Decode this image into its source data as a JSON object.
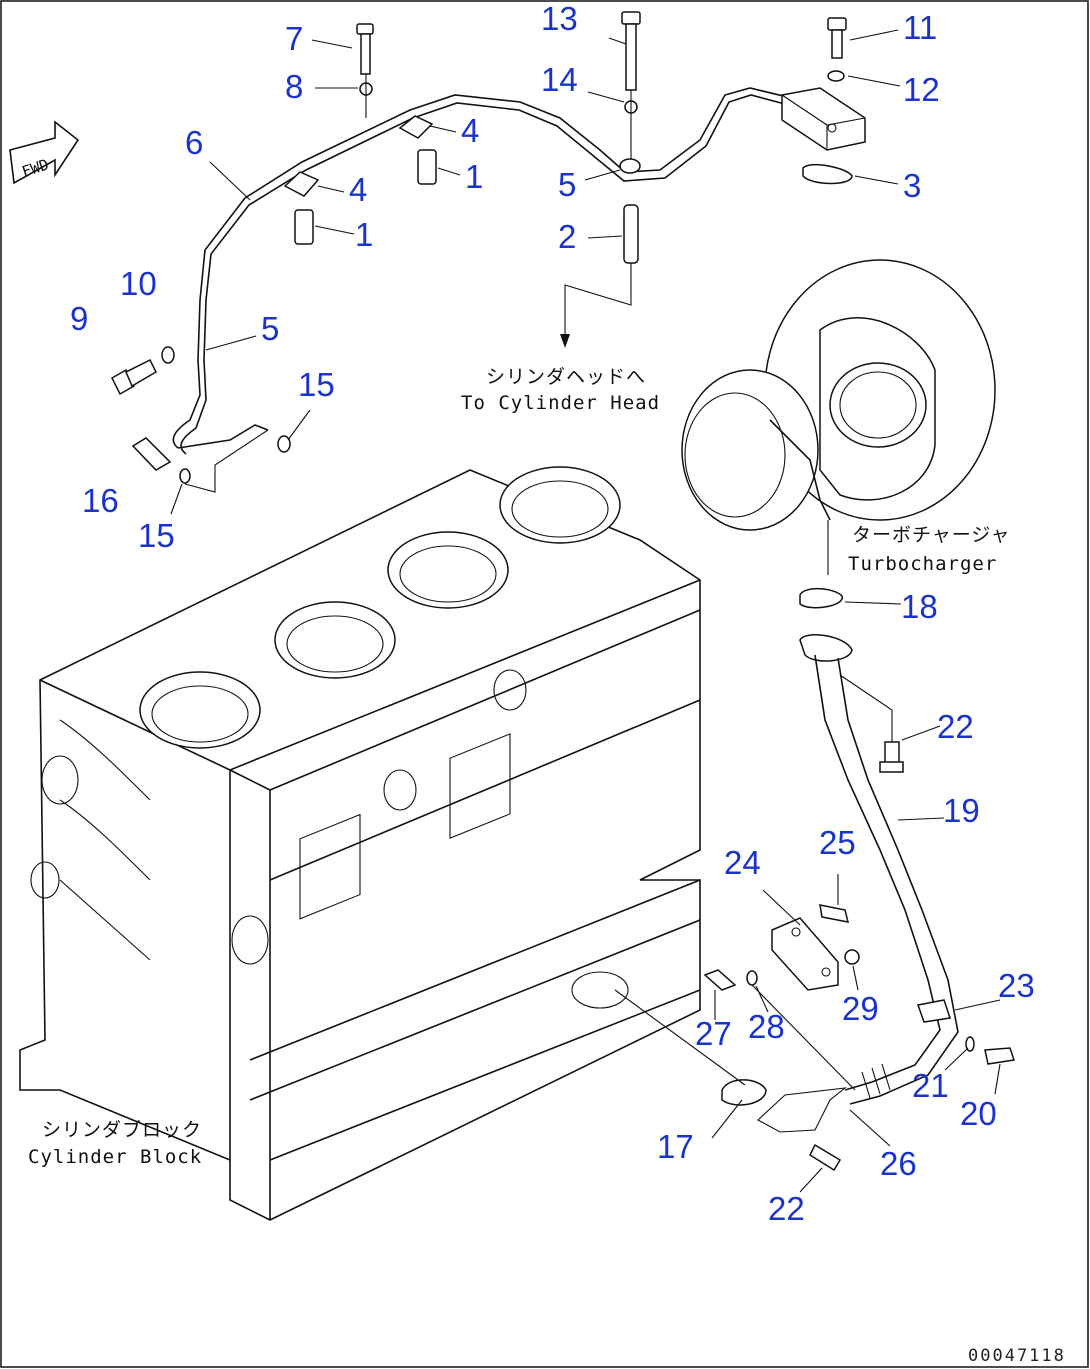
{
  "fwd_label": "FWD",
  "callouts": [
    "1",
    "1",
    "2",
    "3",
    "4",
    "4",
    "5",
    "5",
    "6",
    "7",
    "8",
    "9",
    "10",
    "11",
    "12",
    "13",
    "14",
    "15",
    "15",
    "16",
    "17",
    "18",
    "19",
    "20",
    "21",
    "22",
    "22",
    "23",
    "24",
    "25",
    "26",
    "27",
    "28",
    "29"
  ],
  "notes": {
    "cylinder_head_jp": "シリンダヘッドへ",
    "cylinder_head_en": "To Cylinder Head",
    "turbo_jp": "ターボチャージャ",
    "turbo_en": "Turbocharger",
    "block_jp": "シリンダブロック",
    "block_en": "Cylinder Block"
  },
  "doc_id": "00047118",
  "colors": {
    "callout": "#1a33cc",
    "line": "#111111",
    "background": "#ffffff"
  }
}
